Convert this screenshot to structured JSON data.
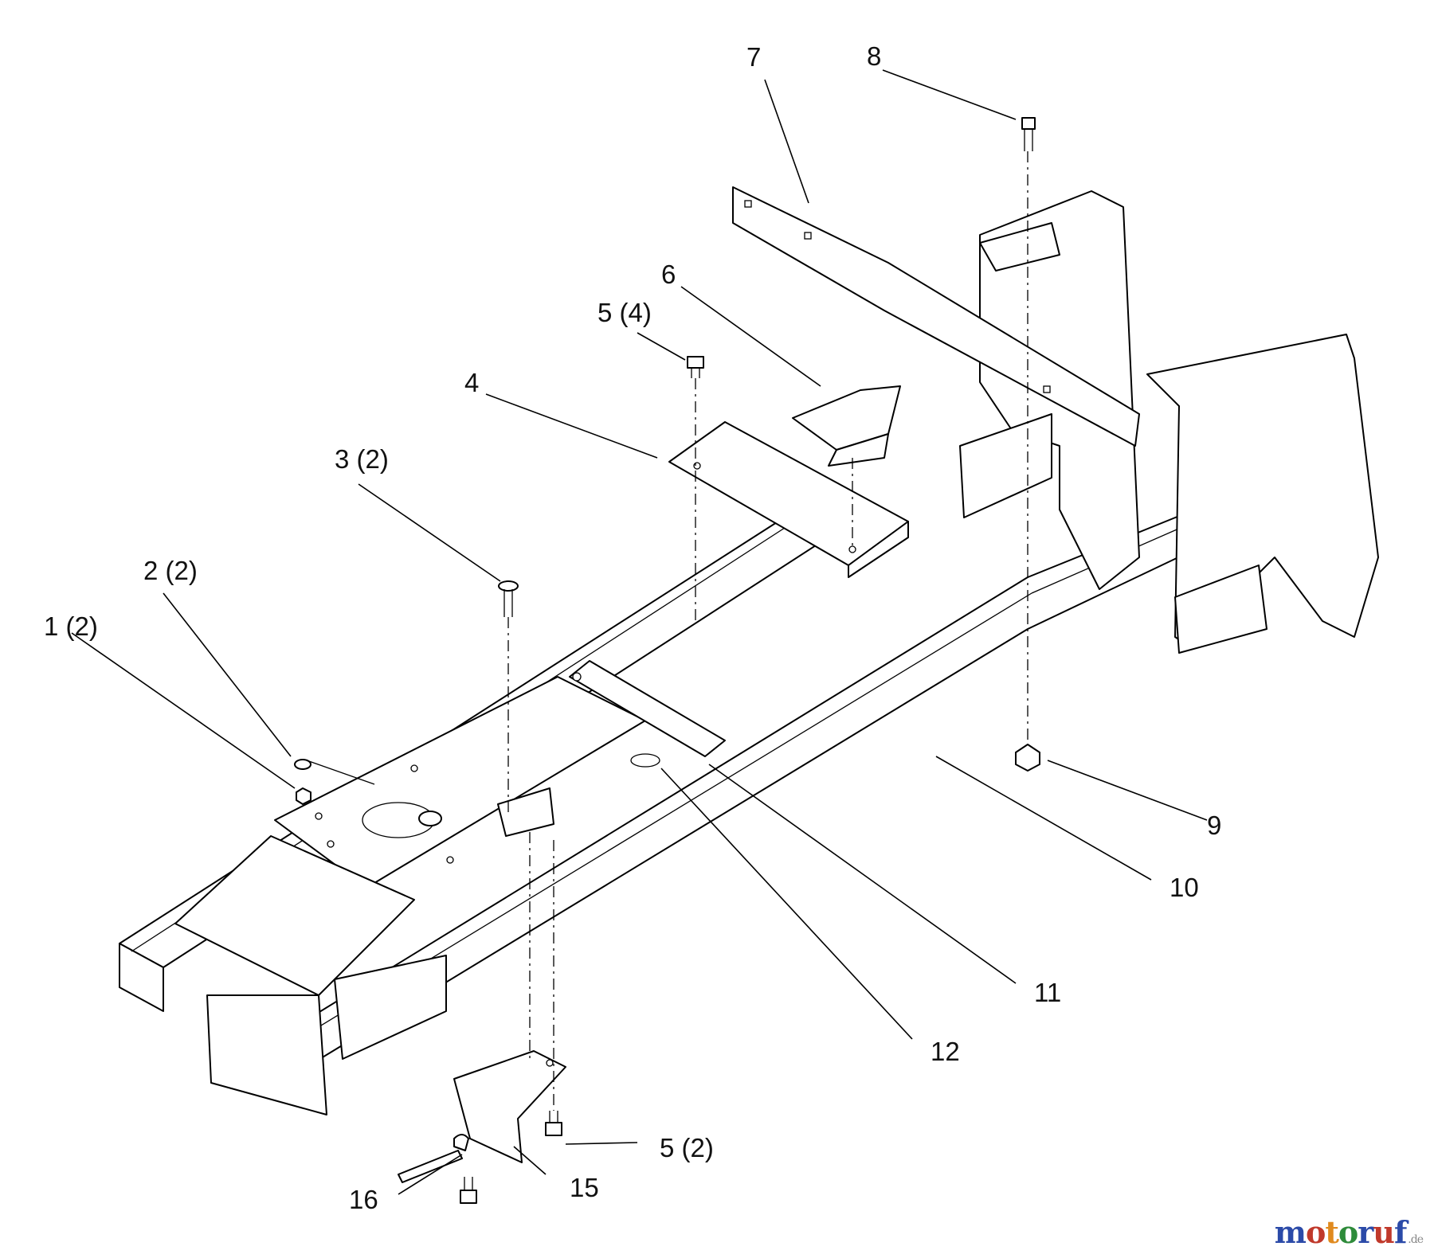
{
  "callouts": [
    {
      "id": "c1",
      "label": "1 (2)",
      "part": "nut"
    },
    {
      "id": "c2",
      "label": "2 (2)",
      "part": "washer"
    },
    {
      "id": "c3",
      "label": "3 (2)",
      "part": "carriage-bolt"
    },
    {
      "id": "c4",
      "label": "4",
      "part": "seat-support-bracket"
    },
    {
      "id": "c5a",
      "label": "5 (4)",
      "part": "screw"
    },
    {
      "id": "c6",
      "label": "6",
      "part": "bracket"
    },
    {
      "id": "c7",
      "label": "7",
      "part": "cross-brace"
    },
    {
      "id": "c8",
      "label": "8",
      "part": "bolt"
    },
    {
      "id": "c9",
      "label": "9",
      "part": "nut"
    },
    {
      "id": "c10",
      "label": "10",
      "part": "frame"
    },
    {
      "id": "c11",
      "label": "11",
      "part": "pivot-bracket"
    },
    {
      "id": "c12",
      "label": "12",
      "part": "grommet"
    },
    {
      "id": "c15",
      "label": "15",
      "part": "mount-bracket"
    },
    {
      "id": "c16",
      "label": "16",
      "part": "clamp"
    },
    {
      "id": "c5b",
      "label": "5 (2)",
      "part": "screw"
    }
  ],
  "watermark": {
    "letters": [
      "m",
      "o",
      "t",
      "o",
      "r",
      "u",
      "f"
    ],
    "colors": [
      "#2b4aa8",
      "#c0392b",
      "#e08a1e",
      "#2e8b3a",
      "#2b4aa8",
      "#c0392b",
      "#2b4aa8"
    ],
    "suffix": ".de"
  }
}
